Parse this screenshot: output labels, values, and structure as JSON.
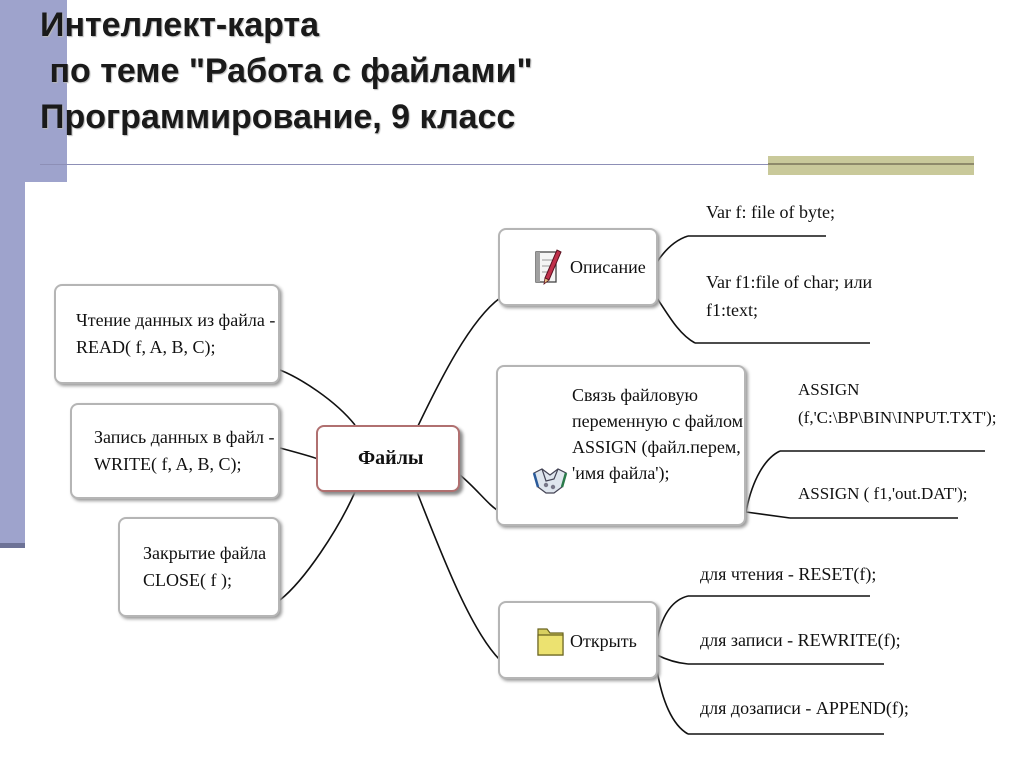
{
  "title": {
    "line1": "Интеллект-карта",
    "line2": " по теме \"Работа с файлами\"",
    "line3": "Программирование, 9 класс"
  },
  "center": {
    "label": "Файлы"
  },
  "left": {
    "read": {
      "line1": "Чтение данных из файла -",
      "line2": "READ( f, A, B, C);"
    },
    "write": {
      "line1": "Запись данных в файл -",
      "line2": "WRITE( f, A, B, C);"
    },
    "close": {
      "line1": "Закрытие файла",
      "line2": "CLOSE( f );"
    }
  },
  "right": {
    "description": {
      "label": "Описание",
      "icon": "notebook-pencil-icon",
      "leaves": [
        {
          "line1": "Var  f: file of byte;"
        },
        {
          "line1": "Var f1:file of char; или",
          "line2": "f1:text;"
        }
      ]
    },
    "binding": {
      "label_lines": [
        "Связь файловую",
        "переменную с файлом",
        "ASSIGN (файл.перем,",
        "'имя файла');"
      ],
      "icon": "handshake-icon",
      "leaves": [
        {
          "line1": "ASSIGN",
          "line2": "(f,'C:\\BP\\BIN\\INPUT.TXT');"
        },
        {
          "line1": "ASSIGN ( f1,'out.DAT');"
        }
      ]
    },
    "open": {
      "label": "Открыть",
      "icon": "folder-icon",
      "leaves": [
        {
          "line1": "для  чтения - RESET(f);"
        },
        {
          "line1": "для записи - REWRITE(f);"
        },
        {
          "line1": "для дозаписи - APPEND(f);"
        }
      ]
    }
  },
  "colors": {
    "side_bar": "#9ea3cc",
    "accent_bar": "#c9c99a",
    "center_border": "#b07070",
    "box_border": "#b5b5b5"
  }
}
